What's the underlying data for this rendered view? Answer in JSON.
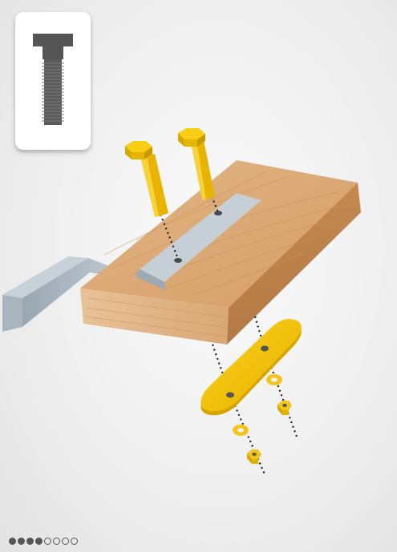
{
  "step_card": {
    "icon": "bolt-icon"
  },
  "illustration": {
    "icon": "assembly-illustration",
    "colors": {
      "wood": "#d8a877",
      "metal": "#b9c3cc",
      "hardware": "#f2c20c"
    }
  },
  "pager": {
    "total": 8,
    "current": 4,
    "active_color": "#555555"
  }
}
